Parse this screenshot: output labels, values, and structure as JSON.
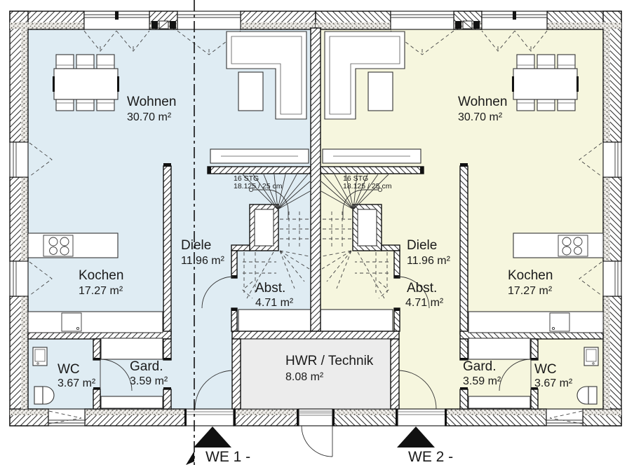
{
  "plan": {
    "type": "floor-plan",
    "units": [
      {
        "id": "we1",
        "entrance_label": "WE 1 -",
        "stairs": {
          "steps": "16 STG",
          "dims": "18.125 / 25 cm"
        },
        "rooms": {
          "wohnen": {
            "name": "Wohnen",
            "area": "30.70 m²"
          },
          "kochen": {
            "name": "Kochen",
            "area": "17.27 m²"
          },
          "diele": {
            "name": "Diele",
            "area": "11.96 m²"
          },
          "abst": {
            "name": "Abst.",
            "area": "4.71 m²"
          },
          "wc": {
            "name": "WC",
            "area": "3.67 m²"
          },
          "gard": {
            "name": "Gard.",
            "area": "3.59 m²"
          }
        }
      },
      {
        "id": "we2",
        "entrance_label": "WE 2 -",
        "stairs": {
          "steps": "16 STG",
          "dims": "18.125 / 25 cm"
        },
        "rooms": {
          "wohnen": {
            "name": "Wohnen",
            "area": "30.70 m²"
          },
          "kochen": {
            "name": "Kochen",
            "area": "17.27 m²"
          },
          "diele": {
            "name": "Diele",
            "area": "11.96 m²"
          },
          "abst": {
            "name": "Abst.",
            "area": "4.71 m²"
          },
          "wc": {
            "name": "WC",
            "area": "3.67 m²"
          },
          "gard": {
            "name": "Gard.",
            "area": "3.59 m²"
          }
        }
      }
    ],
    "shared_rooms": {
      "hwr": {
        "name": "HWR / Technik",
        "area": "8.08 m²"
      }
    },
    "colors": {
      "we1_floor": "#dfecf3",
      "we2_floor": "#f6f6de",
      "hwr_floor": "#ececec",
      "wall_line": "#111111"
    }
  }
}
